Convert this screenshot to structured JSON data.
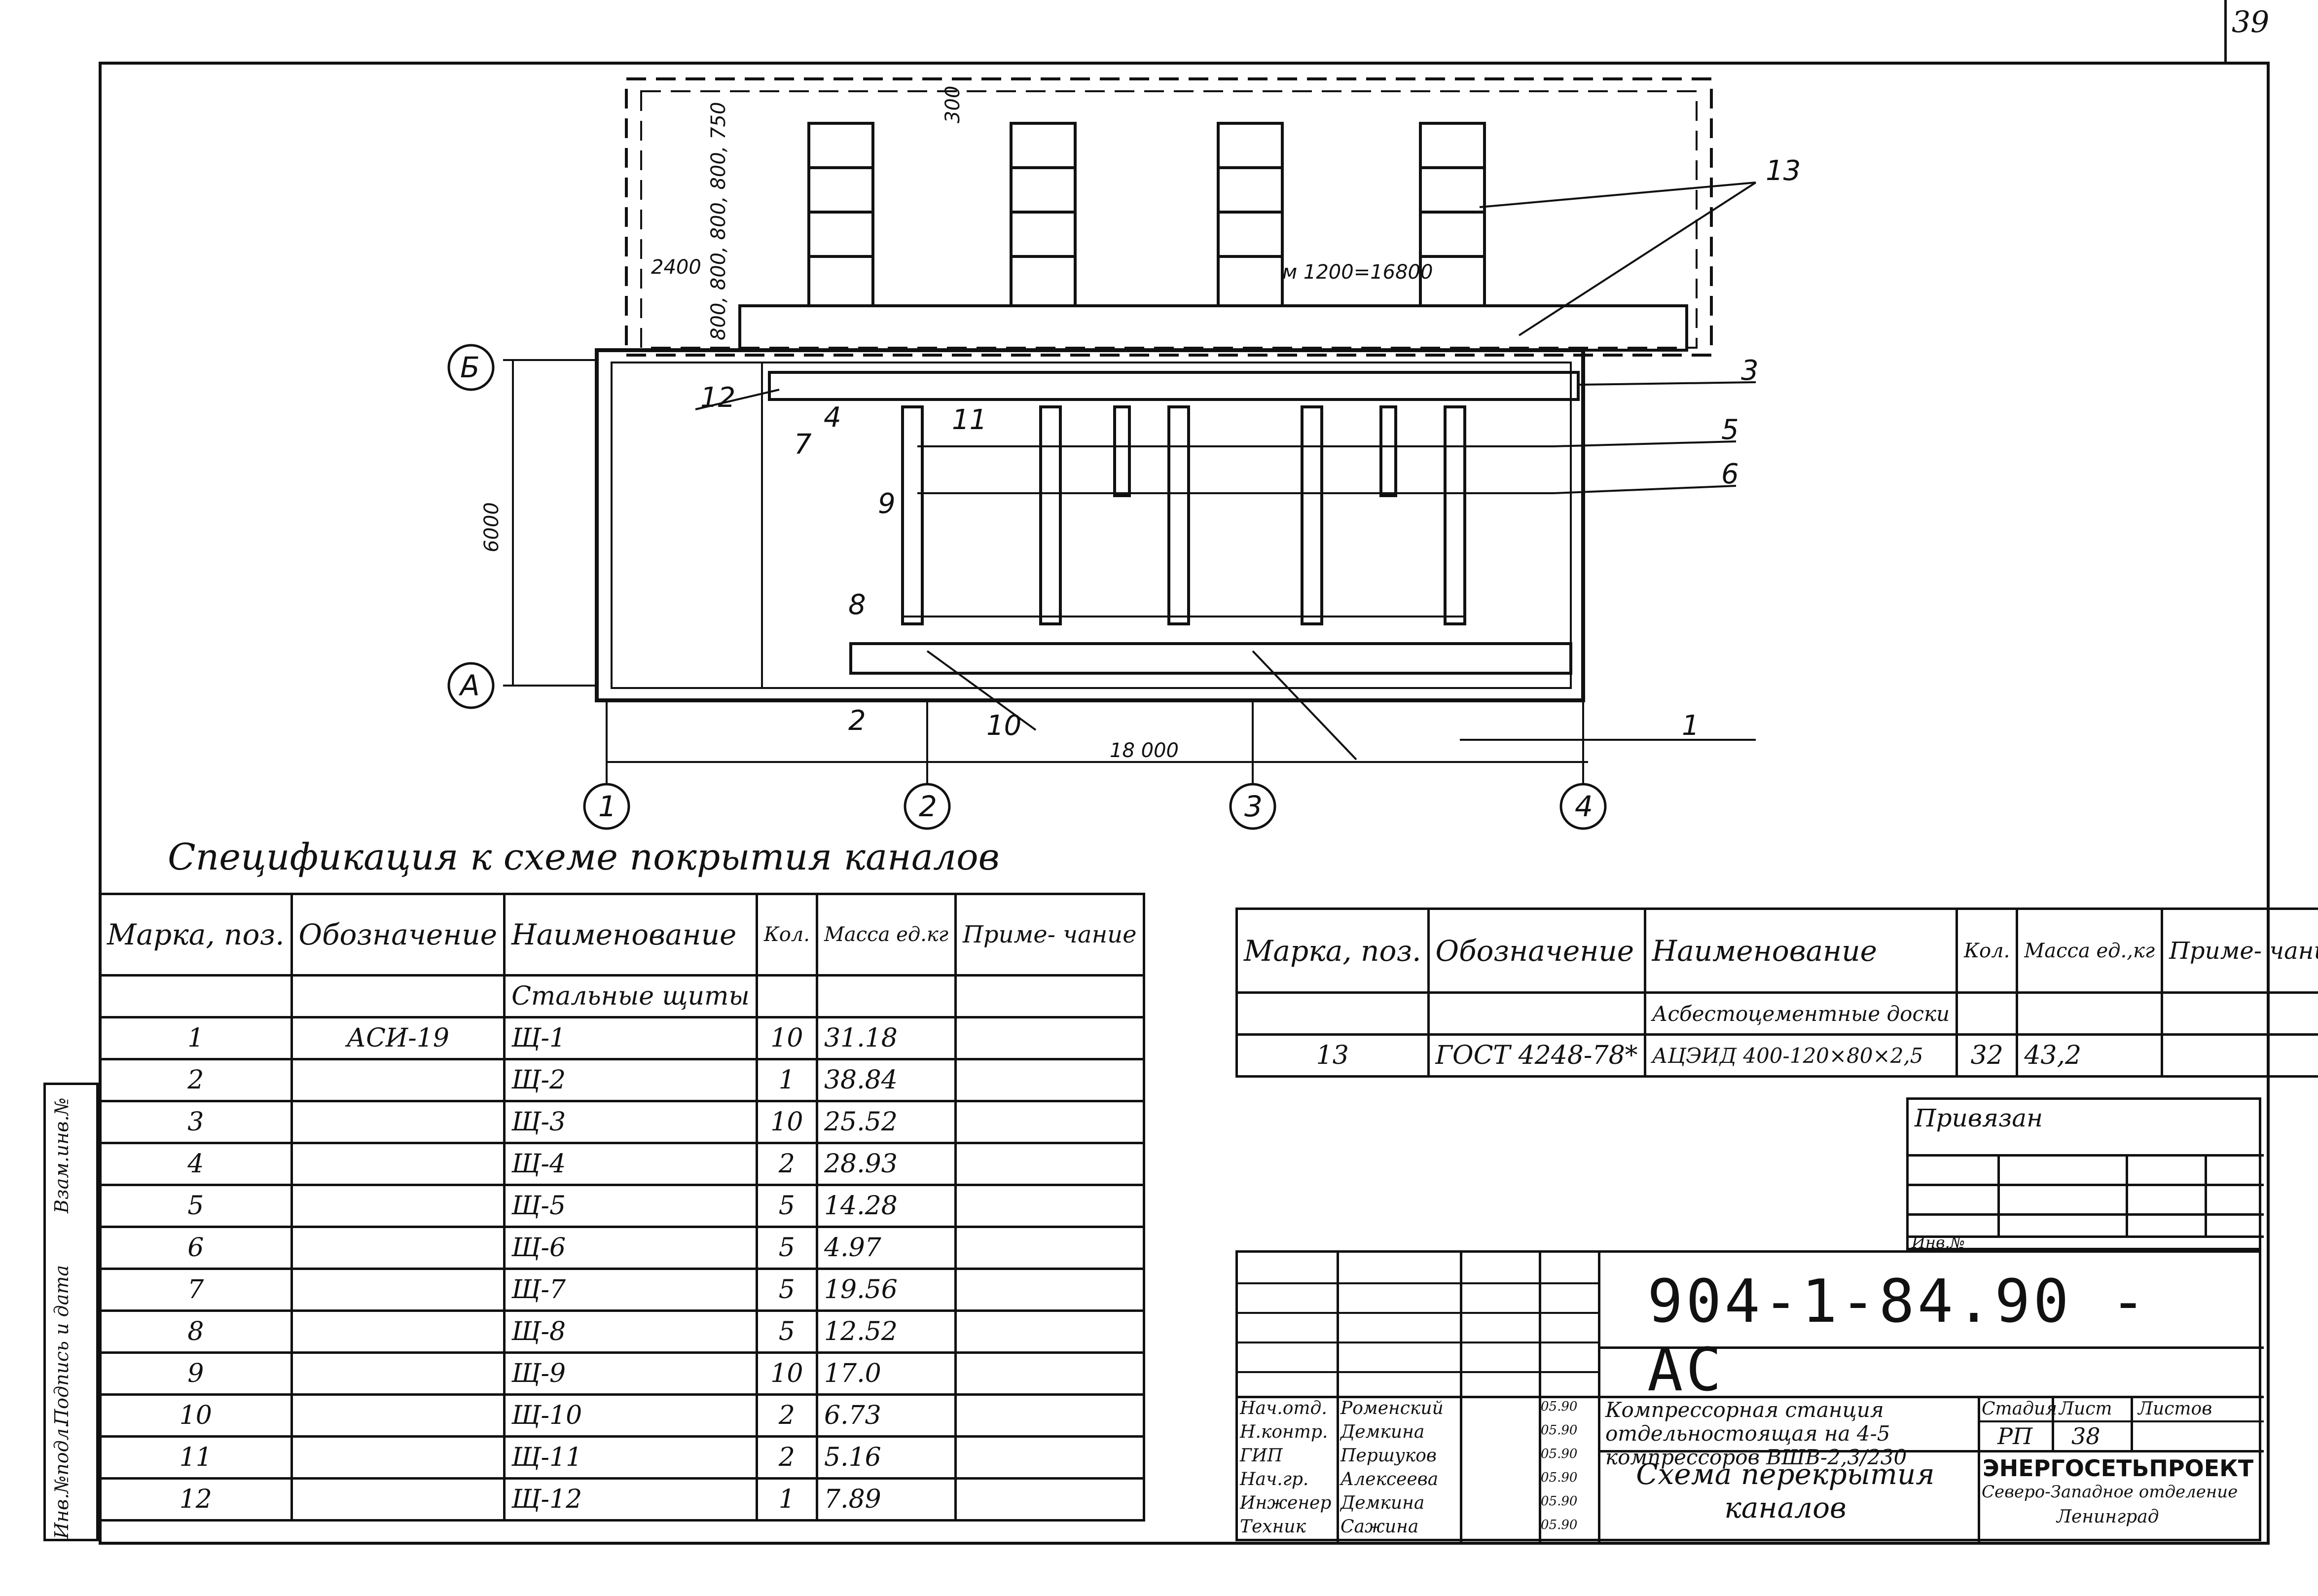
{
  "page_number": "39",
  "drawing": {
    "axis_letters": [
      "Б",
      "А"
    ],
    "axis_numbers": [
      "1",
      "2",
      "3",
      "4"
    ],
    "dims": {
      "width": "18 000",
      "height": "6000",
      "offset": "2400",
      "cover_span": "м 1200=16800",
      "gap": "300",
      "stack": "800, 800, 800, 800, 750"
    },
    "callouts": [
      "1",
      "2",
      "3",
      "4",
      "5",
      "6",
      "7",
      "8",
      "9",
      "10",
      "11",
      "12",
      "13"
    ]
  },
  "spec_title": "Спецификация к схеме покрытия каналов",
  "left_table": {
    "headers": [
      "Марка, поз.",
      "Обозначение",
      "Наименование",
      "Кол.",
      "Масса ед.кг",
      "Приме- чание"
    ],
    "section": "Стальные щиты",
    "rows": [
      {
        "pos": "1",
        "des": "АСИ-19",
        "name": "Щ-1",
        "qty": "10",
        "mass": "31.18"
      },
      {
        "pos": "2",
        "des": "",
        "name": "Щ-2",
        "qty": "1",
        "mass": "38.84"
      },
      {
        "pos": "3",
        "des": "",
        "name": "Щ-3",
        "qty": "10",
        "mass": "25.52"
      },
      {
        "pos": "4",
        "des": "",
        "name": "Щ-4",
        "qty": "2",
        "mass": "28.93"
      },
      {
        "pos": "5",
        "des": "",
        "name": "Щ-5",
        "qty": "5",
        "mass": "14.28"
      },
      {
        "pos": "6",
        "des": "",
        "name": "Щ-6",
        "qty": "5",
        "mass": "4.97"
      },
      {
        "pos": "7",
        "des": "",
        "name": "Щ-7",
        "qty": "5",
        "mass": "19.56"
      },
      {
        "pos": "8",
        "des": "",
        "name": "Щ-8",
        "qty": "5",
        "mass": "12.52"
      },
      {
        "pos": "9",
        "des": "",
        "name": "Щ-9",
        "qty": "10",
        "mass": "17.0"
      },
      {
        "pos": "10",
        "des": "",
        "name": "Щ-10",
        "qty": "2",
        "mass": "6.73"
      },
      {
        "pos": "11",
        "des": "",
        "name": "Щ-11",
        "qty": "2",
        "mass": "5.16"
      },
      {
        "pos": "12",
        "des": "",
        "name": "Щ-12",
        "qty": "1",
        "mass": "7.89"
      }
    ]
  },
  "right_table": {
    "headers": [
      "Марка, поз.",
      "Обозначение",
      "Наименование",
      "Кол.",
      "Масса ед.,кг",
      "Приме- чание"
    ],
    "section": "Асбестоцементные доски",
    "row": {
      "pos": "13",
      "des": "ГОСТ 4248-78*",
      "name": "АЦЭИД 400-120×80×2,5",
      "qty": "32",
      "mass": "43,2"
    }
  },
  "side_stamp": [
    "Инв.№подл.",
    "Подпись и дата",
    "Взам.инв.№"
  ],
  "privyazan": "Привязан",
  "inv_no": "Инв.№",
  "title_block": {
    "code": "904-1-84.90 - АС",
    "object": "Компрессорная станция отдельностоящая на 4-5 компрессоров ВШВ-2,3/230",
    "sheet_title": "Схема перекрытия каналов",
    "stage_label": "Стадия",
    "sheet_label": "Лист",
    "sheets_label": "Листов",
    "stage": "РП",
    "sheet": "38",
    "org1": "ЭНЕРГОСЕТЬПРОЕКТ",
    "org2": "Северо-Западное отделение",
    "org3": "Ленинград",
    "signers": [
      {
        "role": "Нач.отд.",
        "name": "Роменский",
        "date": "05.90"
      },
      {
        "role": "Н.контр.",
        "name": "Демкина",
        "date": "05.90"
      },
      {
        "role": "ГИП",
        "name": "Першуков",
        "date": "05.90"
      },
      {
        "role": "Нач.гр.",
        "name": "Алексеева",
        "date": "05.90"
      },
      {
        "role": "Инженер",
        "name": "Демкина",
        "date": "05.90"
      },
      {
        "role": "Техник",
        "name": "Сажина",
        "date": "05.90"
      }
    ]
  }
}
